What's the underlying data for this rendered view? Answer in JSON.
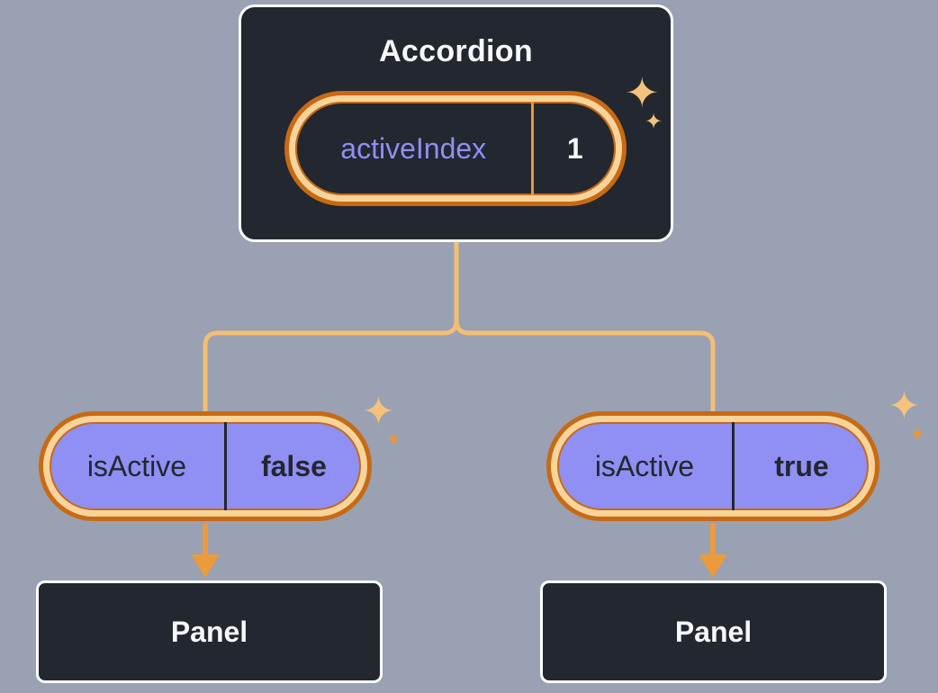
{
  "diagram": {
    "accordion": {
      "title": "Accordion",
      "pill": {
        "label": "activeIndex",
        "value": "1"
      }
    },
    "left": {
      "pill": {
        "label": "isActive",
        "value": "false"
      },
      "panel": "Panel"
    },
    "right": {
      "pill": {
        "label": "isActive",
        "value": "true"
      },
      "panel": "Panel"
    },
    "sparkle_glyph": "✦"
  },
  "colors": {
    "background": "#99A1B3",
    "node_fill": "#23272F",
    "node_border": "#FFFFFF",
    "node_text": "#F6F7F9",
    "ring_outer": "#C76A15",
    "ring_inner": "#F8D49A",
    "pill_purple": "#8F8FF4",
    "pill_text_dark": "#23272F",
    "divider_orange": "#E8963C",
    "connector": "#F5BE72",
    "arrow": "#EB9B3C",
    "sparkle_light": "#F4C27C",
    "sparkle_dark": "#E8963C"
  }
}
